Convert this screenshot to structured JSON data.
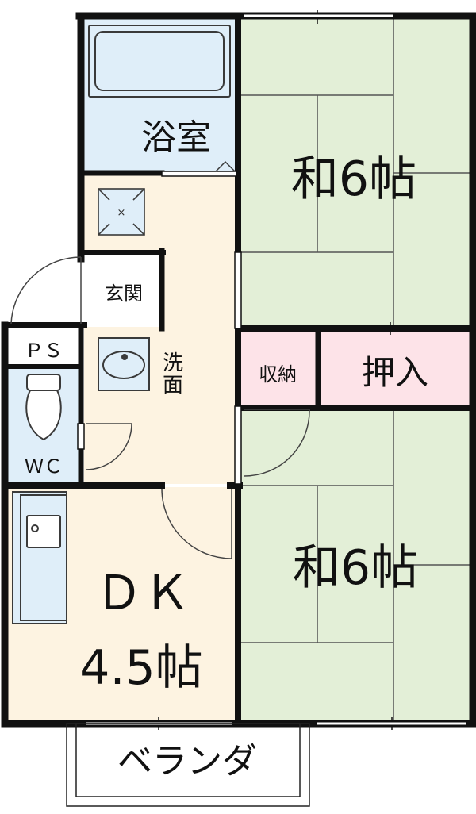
{
  "rooms": {
    "bath": {
      "label": "浴室",
      "color": "#dfeef9"
    },
    "tatami_upper": {
      "label": "和6帖",
      "color": "#e3efd7"
    },
    "tatami_lower": {
      "label": "和6帖",
      "color": "#e3efd7"
    },
    "entrance": {
      "label": "玄関",
      "color": "#ffffff"
    },
    "washroom": {
      "label_line1": "洗",
      "label_line2": "面",
      "color": "#fdf3e1"
    },
    "ps": {
      "label": "ＰＳ"
    },
    "wc": {
      "label": "ＷＣ",
      "color": "#dfeef9"
    },
    "storage_small": {
      "label": "収納",
      "color": "#fde3e8"
    },
    "closet": {
      "label": "押入",
      "color": "#fde3e8"
    },
    "dk": {
      "label_line1": "ＤＫ",
      "label_line2": "4.5帖",
      "color": "#fdf3e1"
    },
    "veranda": {
      "label": "ベランダ"
    }
  },
  "colors": {
    "wall": "#111111",
    "fixture": "#3a3a3a",
    "tatami_line": "#555555",
    "door_arc": "#444444"
  }
}
